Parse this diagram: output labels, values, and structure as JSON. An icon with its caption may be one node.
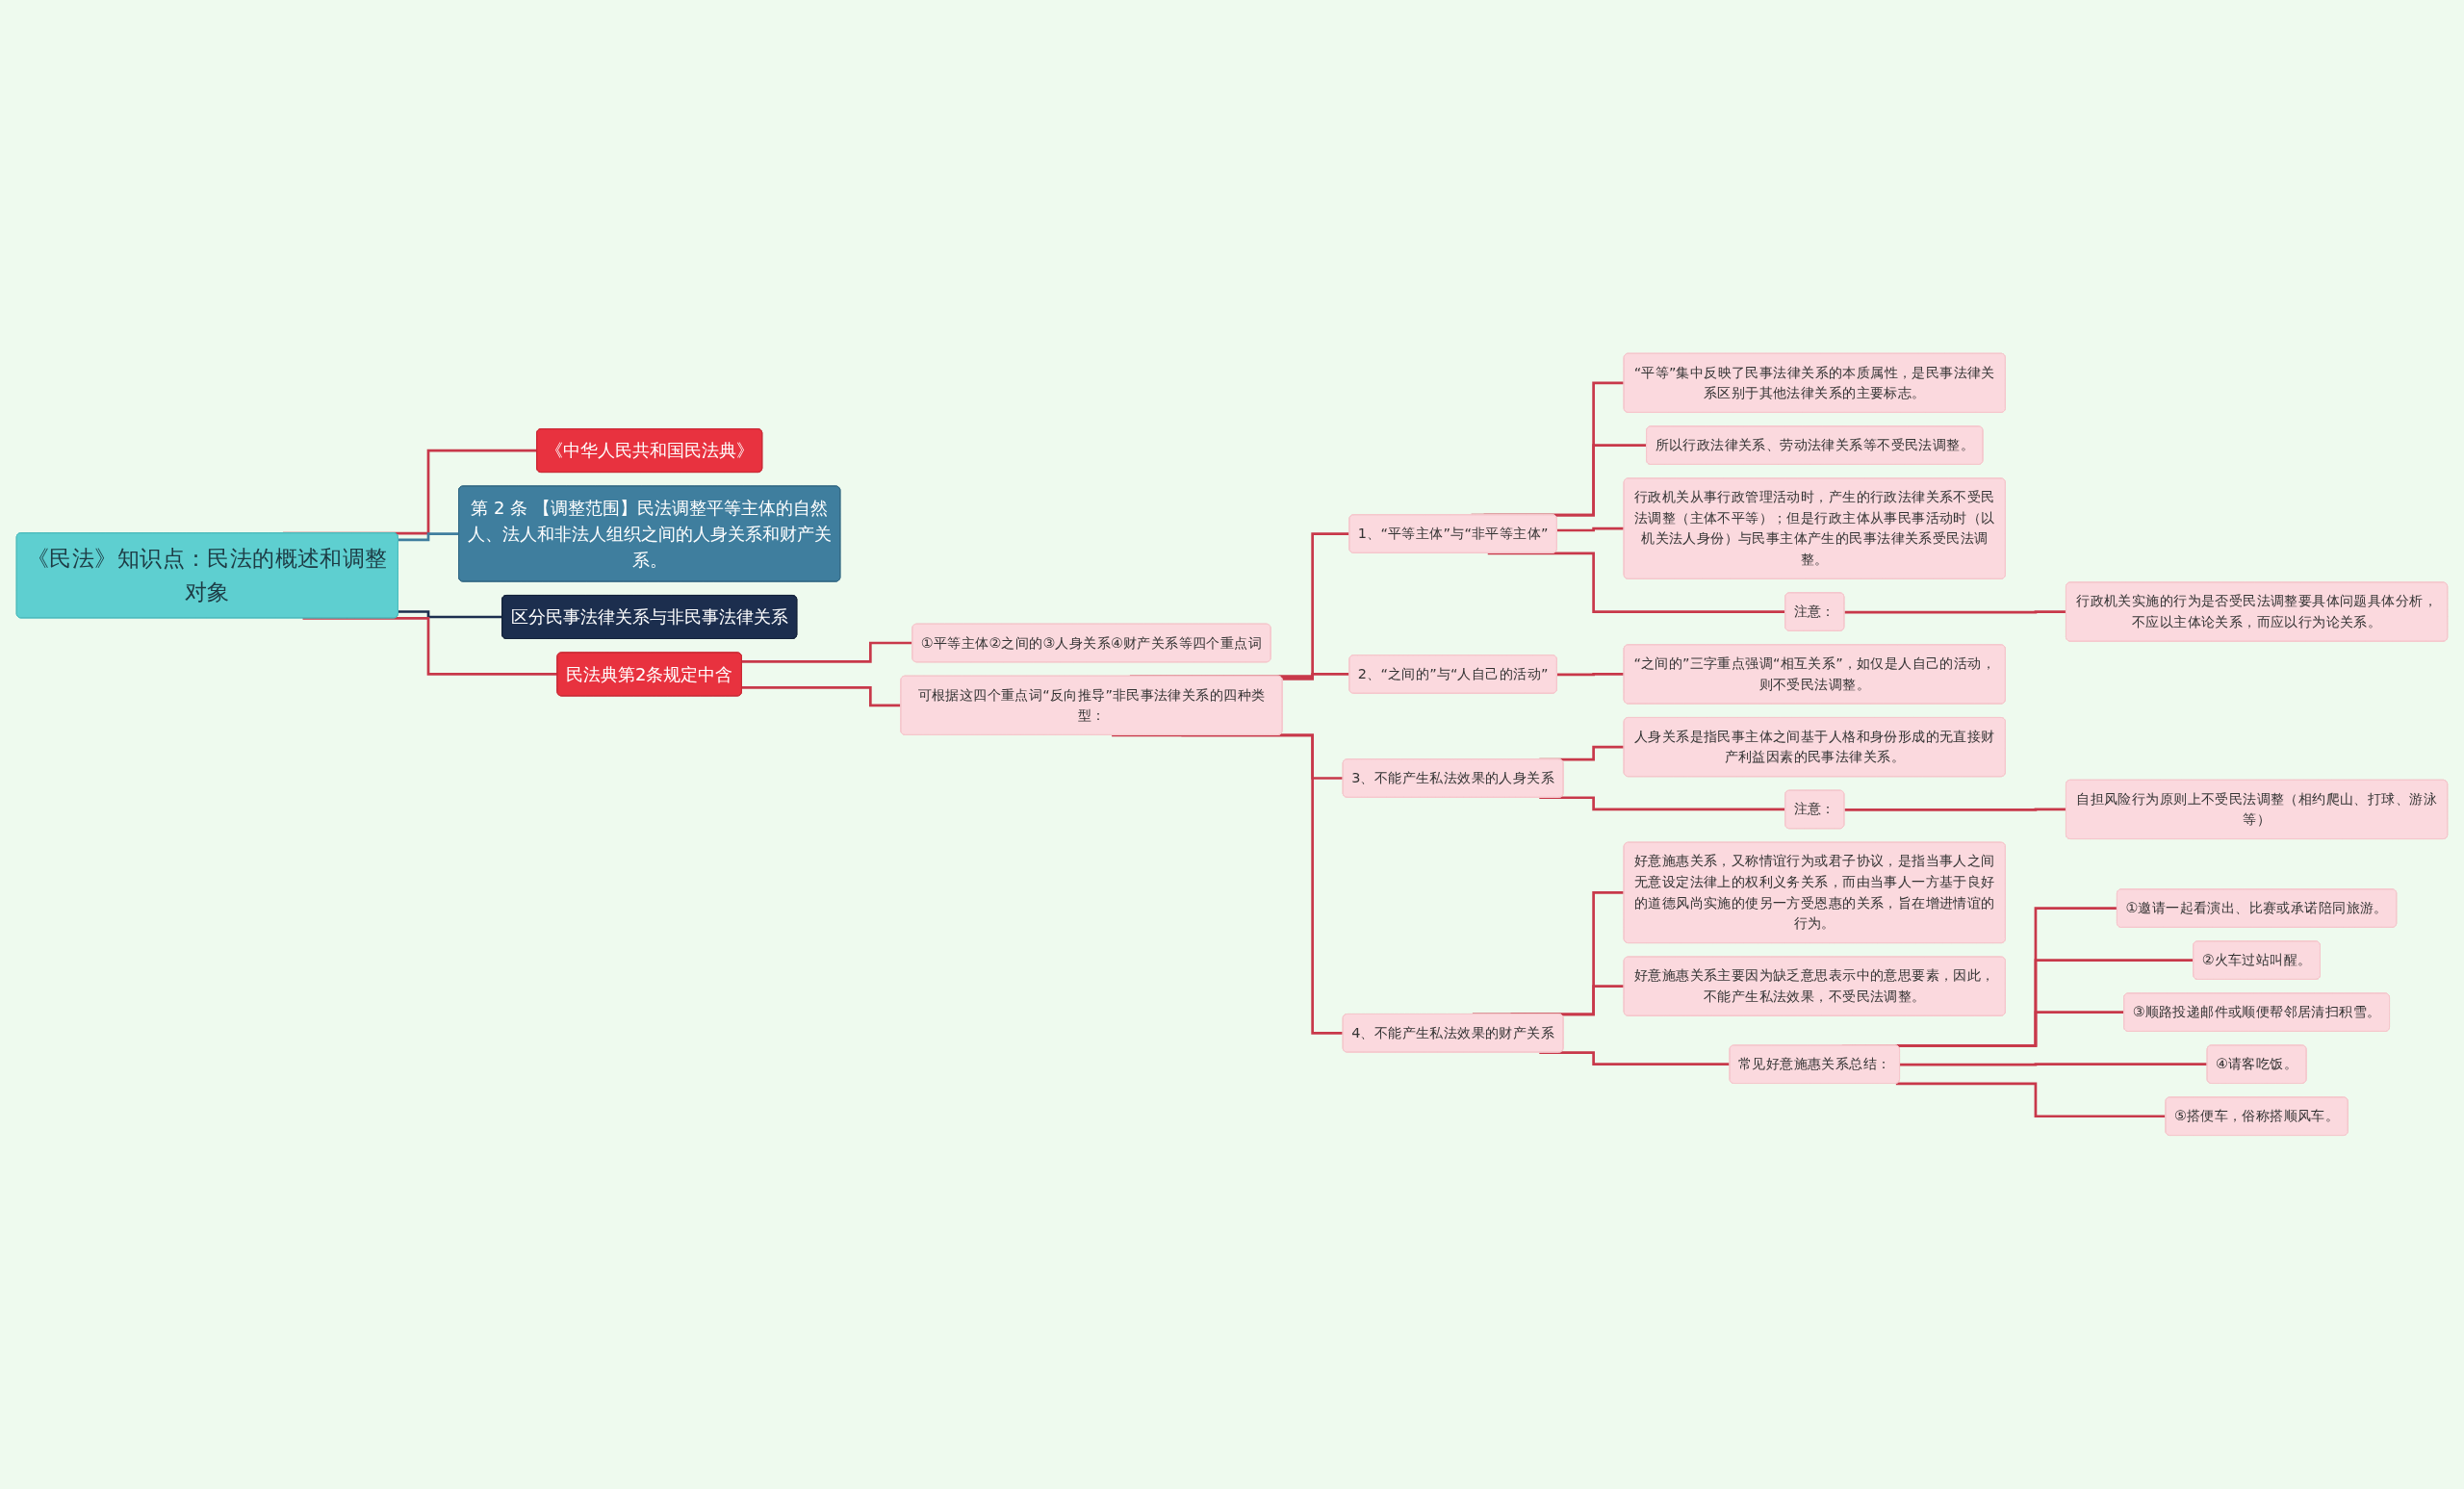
{
  "diagram": {
    "nodes": [
      {
        "text": [
          "《民法》知识点：民法的概述和调整对象"
        ]
      },
      {
        "text": [
          "《中华人民共和国民法典》"
        ]
      },
      {
        "text": [
          "第 2 条 【调整范围】民法调整平等主体的自然人、法人和非法人组织之间的人身关系和财产关系。"
        ]
      },
      {
        "text": [
          "区分民事法律关系与非民事法律关系"
        ]
      },
      {
        "text": [
          "民法典第2条规定中含"
        ]
      },
      {
        "text": [
          "①平等主体②之间的③人身关系④财产关系等四个重点词"
        ]
      },
      {
        "text": [
          "可根据这四个重点词“反向推导”非民事法律关系的四种类型："
        ]
      },
      {
        "text": [
          "1、“平等主体”与“非平等主体”"
        ]
      },
      {
        "text": [
          "“平等”集中反映了民事法律关系的本质属性，是民事法律关系区别于其他法律关系的主要标志。"
        ]
      },
      {
        "text": [
          "所以行政法律关系、劳动法律关系等不受民法调整。"
        ]
      },
      {
        "text": [
          "行政机关从事行政管理活动时，产生的行政法律关系不受民法调整（主体不平等）；但是行政主体从事民事活动时（以机关法人身份）与民事主体产生的民事法律关系受民法调整。"
        ]
      },
      {
        "text": [
          "注意："
        ]
      },
      {
        "text": [
          "行政机关实施的行为是否受民法调整要具体问题具体分析，不应以主体论关系，而应以行为论关系。"
        ]
      },
      {
        "text": [
          "2、“之间的”与“人自己的活动”"
        ]
      },
      {
        "text": [
          "“之间的”三字重点强调“相互关系”，如仅是人自己的活动，则不受民法调整。"
        ]
      },
      {
        "text": [
          "3、不能产生私法效果的人身关系"
        ]
      },
      {
        "text": [
          "人身关系是指民事主体之间基于人格和身份形成的无直接财产利益因素的民事法律关系。"
        ]
      },
      {
        "text": [
          "注意："
        ]
      },
      {
        "text": [
          "自担风险行为原则上不受民法调整（相约爬山、打球、游泳等）"
        ]
      },
      {
        "text": [
          "4、不能产生私法效果的财产关系"
        ]
      },
      {
        "text": [
          "好意施惠关系，又称情谊行为或君子协议，是指当事人之间无意设定法律上的权利义务关系，而由当事人一方基于良好的道德风尚实施的使另一方受恩惠的关系，旨在增进情谊的行为。"
        ]
      },
      {
        "text": [
          "好意施惠关系主要因为缺乏意思表示中的意思要素，因此，不能产生私法效果，不受民法调整。"
        ]
      },
      {
        "text": [
          "常见好意施惠关系总结："
        ]
      },
      {
        "text": [
          "①邀请一起看演出、比赛或承诺陪同旅游。"
        ]
      },
      {
        "text": [
          "②火车过站叫醒。"
        ]
      },
      {
        "text": [
          "③顺路投递邮件或顺便帮邻居清扫积雪。"
        ]
      },
      {
        "text": [
          "④请客吃饭。"
        ]
      },
      {
        "text": [
          "⑤搭便车，俗称搭顺风车。"
        ]
      }
    ],
    "edges": [
      {
        "from": 0,
        "to": 1,
        "arrow": "none"
      },
      {
        "from": 0,
        "to": 2,
        "arrow": "none",
        "color": "#3f7e9e"
      },
      {
        "from": 0,
        "to": 3,
        "arrow": "none",
        "color": "#1c2e4e"
      },
      {
        "from": 0,
        "to": 4,
        "arrow": "none"
      },
      {
        "from": 4,
        "to": 5,
        "arrow": "none"
      },
      {
        "from": 4,
        "to": 6,
        "arrow": "none"
      },
      {
        "from": 6,
        "to": 7,
        "arrow": "none"
      },
      {
        "from": 7,
        "to": 8,
        "arrow": "none"
      },
      {
        "from": 7,
        "to": 9,
        "arrow": "none"
      },
      {
        "from": 7,
        "to": 10,
        "arrow": "none"
      },
      {
        "from": 7,
        "to": 11,
        "arrow": "none"
      },
      {
        "from": 11,
        "to": 12,
        "arrow": "none"
      },
      {
        "from": 6,
        "to": 13,
        "arrow": "none"
      },
      {
        "from": 13,
        "to": 14,
        "arrow": "none"
      },
      {
        "from": 6,
        "to": 15,
        "arrow": "none"
      },
      {
        "from": 15,
        "to": 16,
        "arrow": "none"
      },
      {
        "from": 15,
        "to": 17,
        "arrow": "none"
      },
      {
        "from": 17,
        "to": 18,
        "arrow": "none"
      },
      {
        "from": 6,
        "to": 19,
        "arrow": "none"
      },
      {
        "from": 19,
        "to": 20,
        "arrow": "none"
      },
      {
        "from": 19,
        "to": 21,
        "arrow": "none"
      },
      {
        "from": 19,
        "to": 22,
        "arrow": "none"
      },
      {
        "from": 22,
        "to": 23,
        "arrow": "none"
      },
      {
        "from": 22,
        "to": 24,
        "arrow": "none"
      },
      {
        "from": 22,
        "to": 25,
        "arrow": "none"
      },
      {
        "from": 22,
        "to": 26,
        "arrow": "none"
      },
      {
        "from": 22,
        "to": 27,
        "arrow": "none"
      }
    ]
  }
}
